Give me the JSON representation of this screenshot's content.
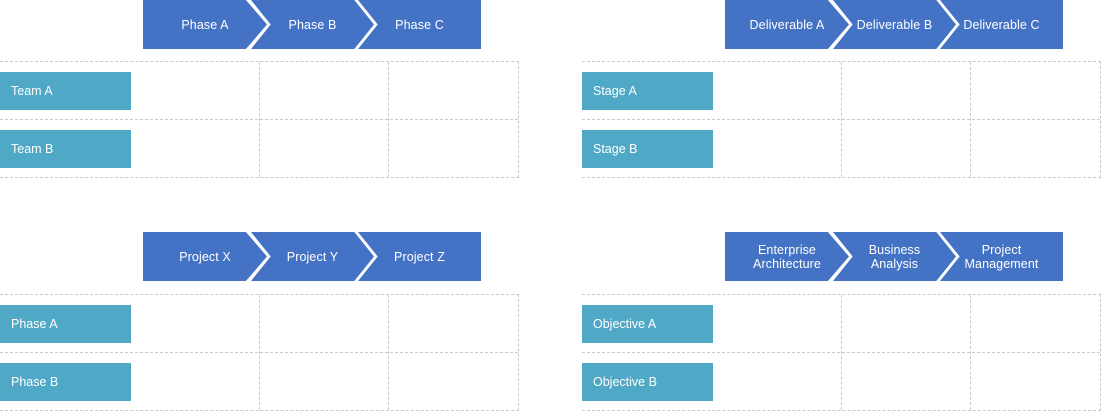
{
  "panels": [
    {
      "id": "panel-top-left",
      "steps": [
        "Phase A",
        "Phase B",
        "Phase C"
      ],
      "rows": [
        "Team A",
        "Team B"
      ]
    },
    {
      "id": "panel-top-right",
      "steps": [
        "Deliverable A",
        "Deliverable B",
        "Deliverable C"
      ],
      "rows": [
        "Stage A",
        "Stage B"
      ]
    },
    {
      "id": "panel-bottom-left",
      "steps": [
        "Project X",
        "Project Y",
        "Project Z"
      ],
      "rows": [
        "Phase A",
        "Phase B"
      ]
    },
    {
      "id": "panel-bottom-right",
      "steps": [
        "Enterprise\nArchitecture",
        "Business\nAnalysis",
        "Project\nManagement"
      ],
      "rows": [
        "Objective A",
        "Objective B"
      ]
    }
  ],
  "colors": {
    "step_blue": "#4472C4",
    "row_teal": "#4FA8C5",
    "grid_dashed": "#c9c9c9",
    "step_text": "#ffffff",
    "row_text": "#ffffff",
    "background": "#ffffff"
  }
}
